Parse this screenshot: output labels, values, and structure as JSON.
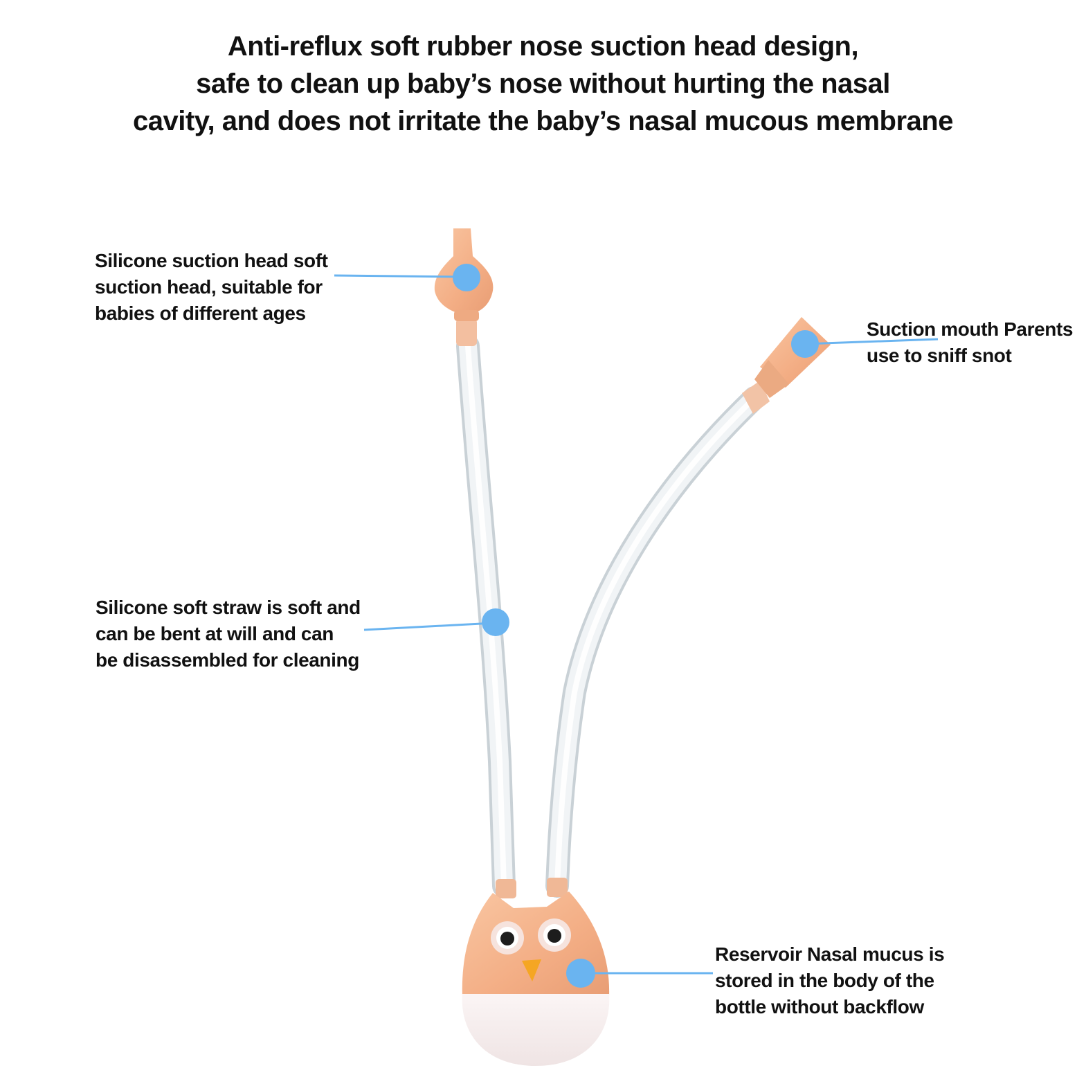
{
  "headline": {
    "lines": [
      "Anti-reflux soft rubber nose suction head design,",
      "safe to clean up baby’s nose without hurting the nasal",
      "cavity, and does not irritate the baby’s nasal mucous membrane"
    ]
  },
  "callouts": {
    "suction_head": {
      "lines": [
        "Silicone suction head soft",
        "suction head, suitable for",
        "babies of different ages"
      ]
    },
    "suction_mouth": {
      "lines": [
        "Suction mouth Parents",
        "use to sniff snot"
      ]
    },
    "straw": {
      "lines": [
        "Silicone soft straw is soft and",
        "can be bent at will and can",
        "be disassembled for cleaning"
      ]
    },
    "reservoir": {
      "lines": [
        "Reservoir Nasal mucus is",
        "stored in the body of the",
        "bottle without backflow"
      ]
    }
  },
  "colors": {
    "marker": "#6ab4f0",
    "leader_line": "#6ab4f0",
    "silicone_peach": "#f5b48c",
    "tube": "#e6ebee",
    "bottle_base": "#f7eeee",
    "text": "#111111"
  }
}
